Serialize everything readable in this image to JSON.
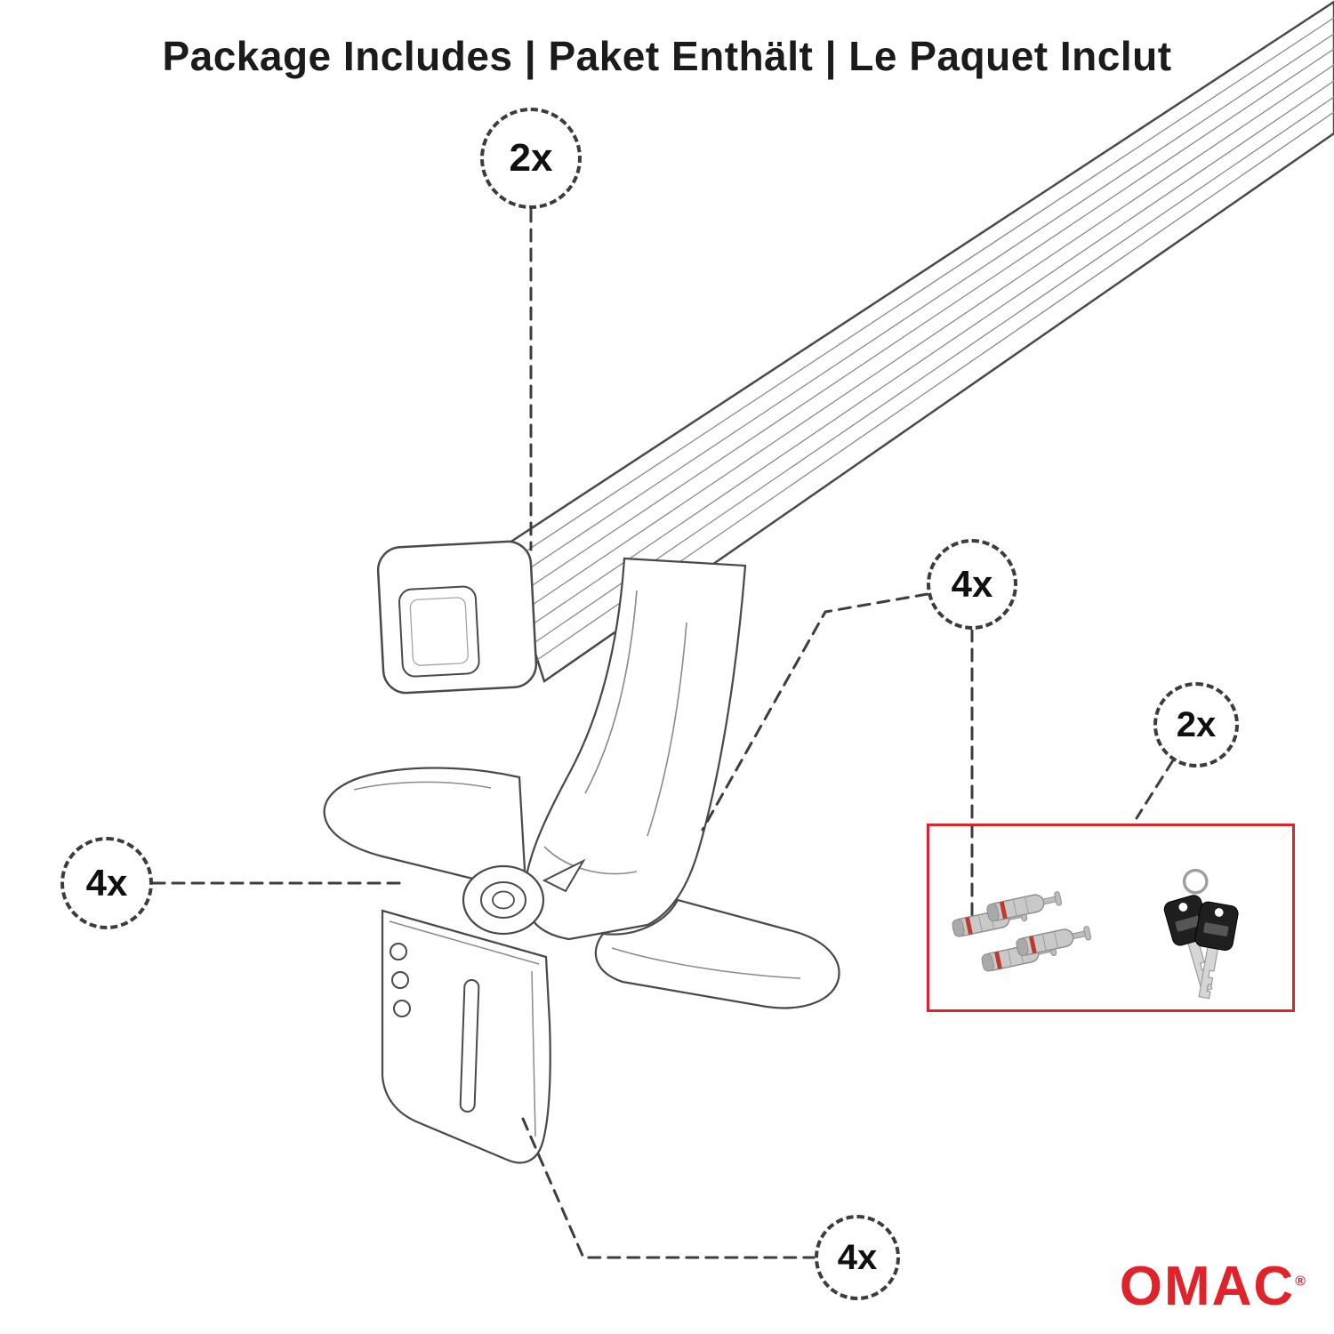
{
  "title": "Package Includes | Paket Enthält | Le Paquet Inclut",
  "callouts": [
    {
      "id": "crossbar",
      "label": "2x"
    },
    {
      "id": "mounting-feet",
      "label": "4x"
    },
    {
      "id": "lock-cylinders",
      "label": "4x"
    },
    {
      "id": "keys",
      "label": "2x"
    },
    {
      "id": "clamp-brackets",
      "label": "4x"
    }
  ],
  "brand": {
    "name": "OMAC",
    "registered": "®"
  },
  "colors": {
    "brand_red": "#e0232b",
    "hardware_box_border": "#e0232b",
    "line_art": "#4a4a4a"
  }
}
